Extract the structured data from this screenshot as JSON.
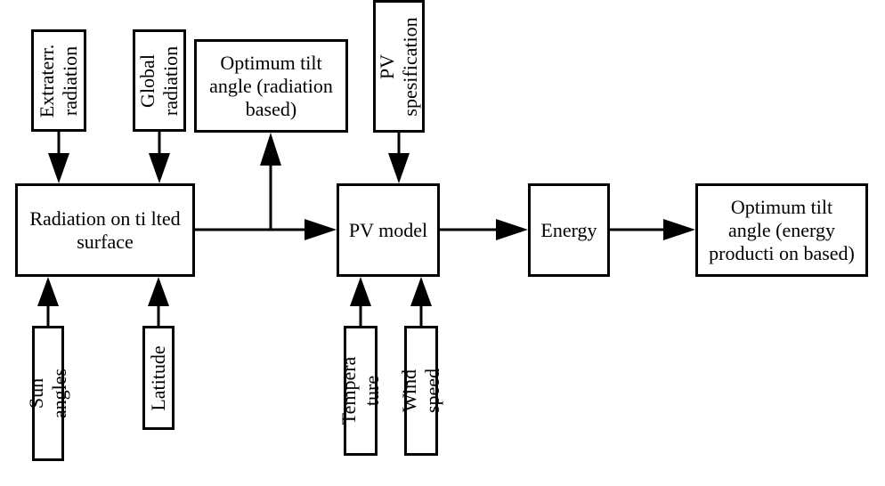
{
  "nodes": {
    "extraterr_radiation": "Extraterr.\nradiation",
    "global_radiation": "Global\nradiation",
    "optimum_tilt_radiation": "Optimum tilt\nangle (radiation\nbased)",
    "pv_specification": "PV\nspesification",
    "radiation_on_tilted_surface": "Radiation on ti lted\nsurface",
    "pv_model": "PV model",
    "energy": "Energy",
    "optimum_tilt_energy": "Optimum tilt\nangle (energy\nproducti on based)",
    "sun_angles": "Sun angles",
    "latitude": "Latitude",
    "temperature": "Tempera ture",
    "wind_speed": "Wind speed"
  },
  "edges": [
    {
      "from": "extraterr_radiation",
      "to": "radiation_on_tilted_surface"
    },
    {
      "from": "global_radiation",
      "to": "radiation_on_tilted_surface"
    },
    {
      "from": "sun_angles",
      "to": "radiation_on_tilted_surface"
    },
    {
      "from": "latitude",
      "to": "radiation_on_tilted_surface"
    },
    {
      "from": "radiation_on_tilted_surface",
      "to": "optimum_tilt_radiation"
    },
    {
      "from": "radiation_on_tilted_surface",
      "to": "pv_model"
    },
    {
      "from": "pv_specification",
      "to": "pv_model"
    },
    {
      "from": "temperature",
      "to": "pv_model"
    },
    {
      "from": "wind_speed",
      "to": "pv_model"
    },
    {
      "from": "pv_model",
      "to": "energy"
    },
    {
      "from": "energy",
      "to": "optimum_tilt_energy"
    }
  ]
}
